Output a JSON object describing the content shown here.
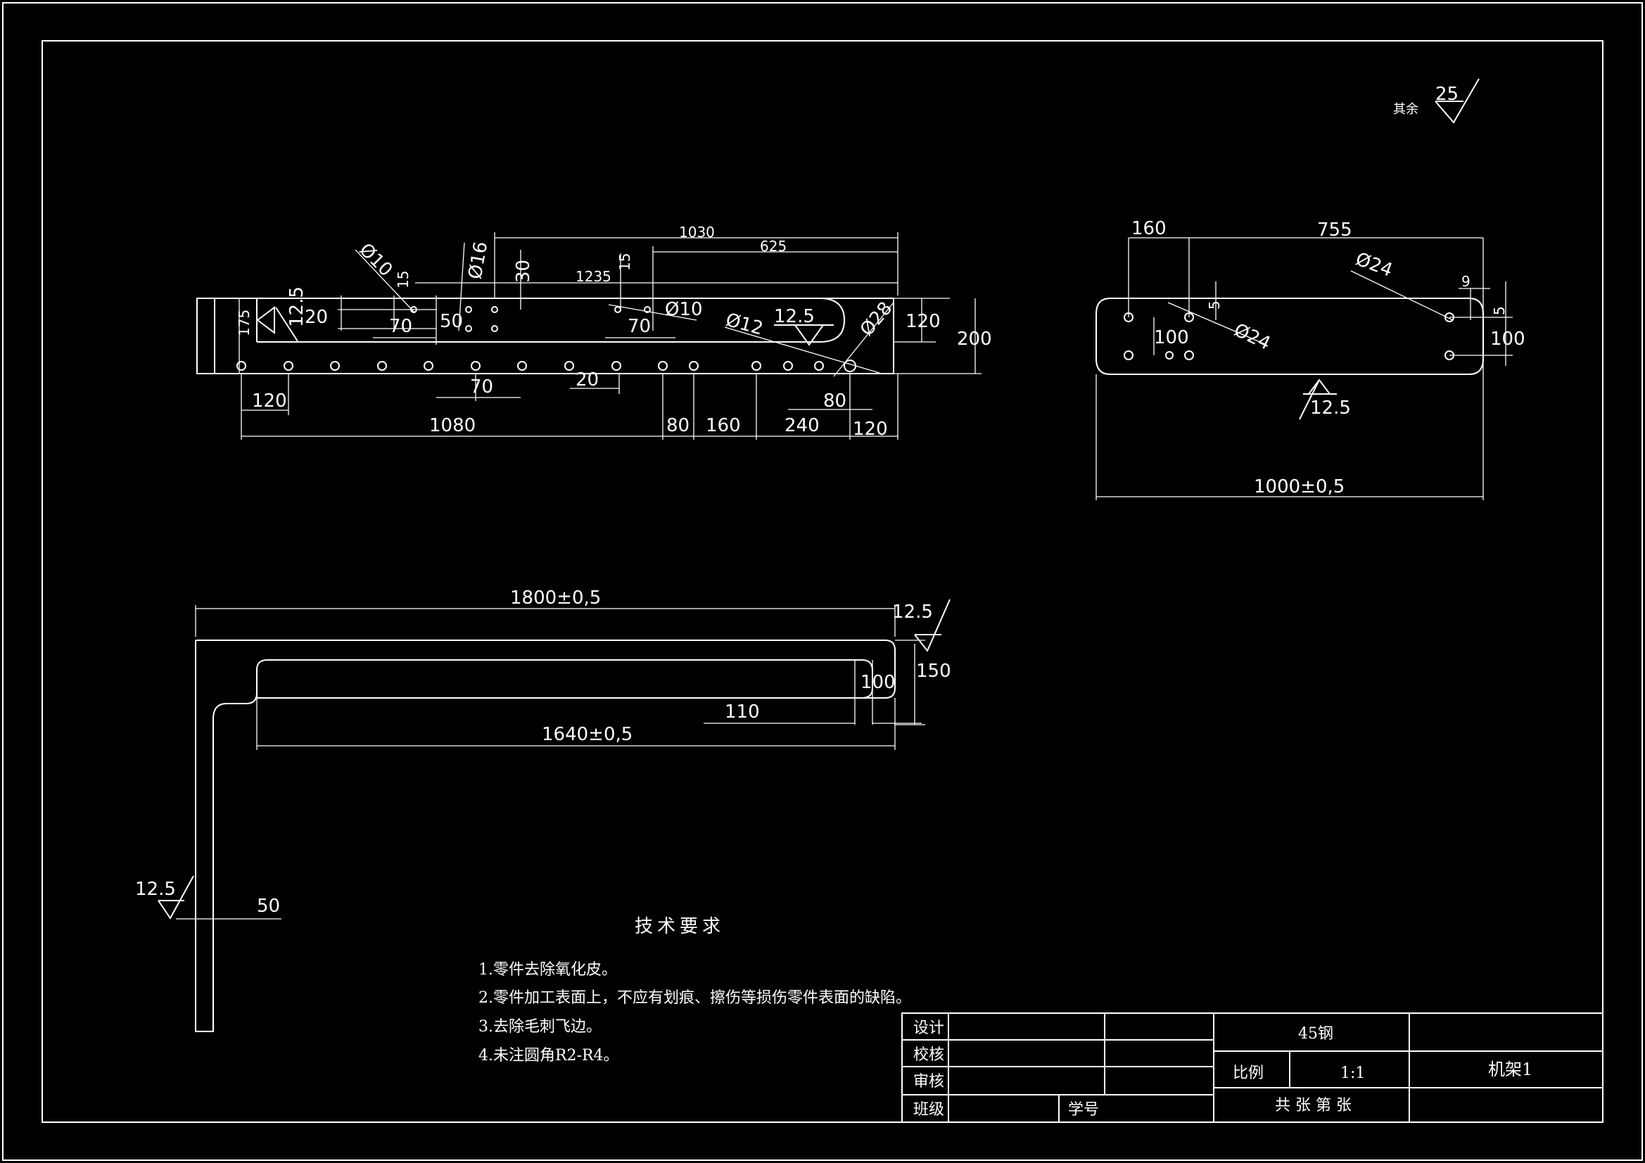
{
  "roughness": {
    "other_label": "其余",
    "other_value": "25",
    "view1_left": "12.5",
    "view1_slot": "12.5",
    "view2_bottom": "12.5",
    "view3_right": "12.5",
    "view3_left": "12.5"
  },
  "view1": {
    "dims_top": {
      "d1030": "1030",
      "d625": "625",
      "d1235": "1235",
      "d30": "30",
      "d15a": "15",
      "d15b": "15"
    },
    "diameters": {
      "phi10a": "Ø10",
      "phi16": "Ø16",
      "phi10b": "Ø10",
      "phi12": "Ø12",
      "phi28": "Ø28"
    },
    "dims_left": {
      "d175": "175",
      "d20": "20",
      "d70a": "70",
      "d50": "50",
      "d70b": "70"
    },
    "dims_right": {
      "d120": "120",
      "d200": "200"
    },
    "dims_bottom": {
      "d70": "70",
      "d20": "20",
      "d80a": "80",
      "d120a": "120",
      "d1080": "1080",
      "d80b": "80",
      "d160": "160",
      "d240": "240",
      "d120b": "120"
    }
  },
  "view2": {
    "d160": "160",
    "d755": "755",
    "phi24a": "Ø24",
    "phi24b": "Ø24",
    "d5a": "5",
    "d9": "9",
    "d5b": "5",
    "d100a": "100",
    "d100b": "100",
    "d1000": "1000±0,5"
  },
  "view3": {
    "d1800": "1800±0,5",
    "d150": "150",
    "d100": "100",
    "d110": "110",
    "d1640": "1640±0,5",
    "d50": "50"
  },
  "tech": {
    "title": "技术要求",
    "items": [
      "1.零件去除氧化皮。",
      "2.零件加工表面上，不应有划痕、擦伤等损伤零件表面的缺陷。",
      "3.去除毛刺飞边。",
      "4.未注圆角R2-R4。"
    ]
  },
  "title_block": {
    "design": "设计",
    "check": "校核",
    "review": "审核",
    "class": "班级",
    "student_no": "学号",
    "material": "45钢",
    "scale_label": "比例",
    "scale_value": "1:1",
    "part_name": "机架1",
    "sheets": "共 张 第 张"
  }
}
